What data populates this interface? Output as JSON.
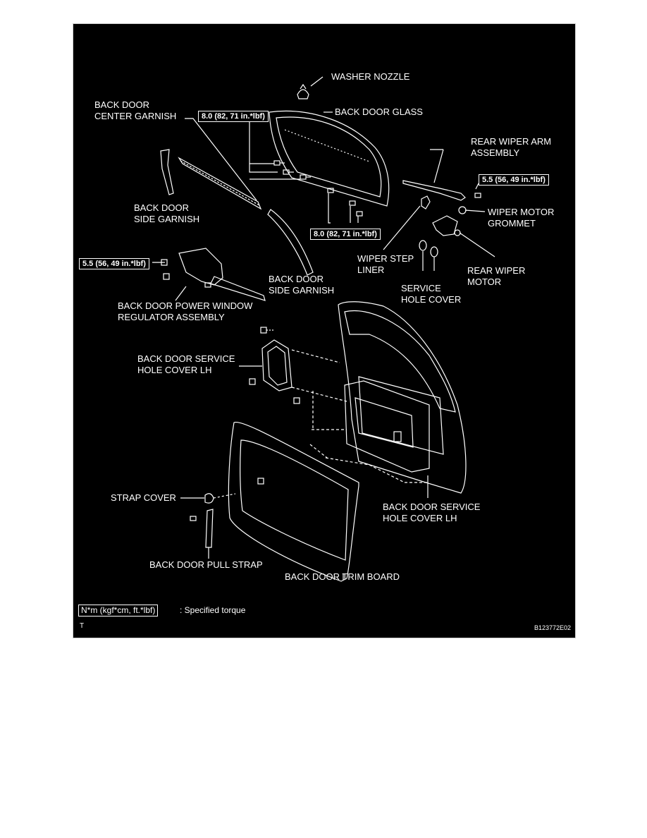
{
  "labels": {
    "washer_nozzle": "WASHER NOZZLE",
    "back_door_glass": "BACK DOOR GLASS",
    "center_garnish": "BACK DOOR\nCENTER GARNISH",
    "side_garnish_left": "BACK DOOR\nSIDE GARNISH",
    "side_garnish_right": "BACK DOOR\nSIDE GARNISH",
    "rear_wiper_arm": "REAR WIPER ARM\nASSEMBLY",
    "wiper_motor_grommet": "WIPER MOTOR\nGROMMET",
    "wiper_step_liner": "WIPER STEP\nLINER",
    "rear_wiper_motor": "REAR WIPER\nMOTOR",
    "service_hole_cover": "SERVICE\nHOLE COVER",
    "power_window_regulator": "BACK DOOR POWER WINDOW\nREGULATOR ASSEMBLY",
    "service_hole_cover_lh_top": "BACK DOOR SERVICE\nHOLE COVER LH",
    "service_hole_cover_lh_bottom": "BACK DOOR SERVICE\nHOLE COVER LH",
    "strap_cover": "STRAP COVER",
    "pull_strap": "BACK DOOR PULL STRAP",
    "trim_board": "BACK DOOR TRIM BOARD"
  },
  "torques": {
    "glass_top": "8.0 (82, 71 in.*lbf)",
    "glass_bottom": "8.0 (82, 71 in.*lbf)",
    "wiper_arm": "5.5 (56, 49 in.*lbf)",
    "regulator": "5.5 (56, 49 in.*lbf)"
  },
  "legend": {
    "unit": "N*m (kgf*cm, ft.*lbf)",
    "text": ": Specified torque"
  },
  "corner": {
    "left": "T",
    "right": "B123772E02"
  },
  "colors": {
    "background": "#000000",
    "line": "#ffffff",
    "page": "#ffffff"
  }
}
